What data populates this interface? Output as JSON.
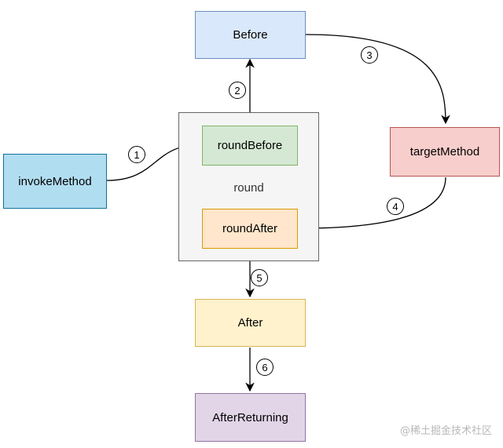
{
  "colors": {
    "before_fill": "#dae8fc",
    "before_stroke": "#6c8ebf",
    "invoke_fill": "#b1ddf0",
    "invoke_stroke": "#10739e",
    "round_before_fill": "#d5e8d4",
    "round_before_stroke": "#82b366",
    "round_after_fill": "#ffe6cc",
    "round_after_stroke": "#d79b00",
    "target_fill": "#f8cecc",
    "target_stroke": "#b85450",
    "after_fill": "#fff2cc",
    "after_stroke": "#d6b656",
    "after_returning_fill": "#e1d5e7",
    "after_returning_stroke": "#9673a6",
    "group_fill": "#f5f5f5",
    "group_stroke": "#666666",
    "edge": "#000000"
  },
  "nodes": {
    "before": "Before",
    "invoke_method": "invokeMethod",
    "round_before": "roundBefore",
    "round_after": "roundAfter",
    "target_method": "targetMethod",
    "after": "After",
    "after_returning": "AfterReturning"
  },
  "group": {
    "label": "round"
  },
  "steps": {
    "s1": "1",
    "s2": "2",
    "s3": "3",
    "s4": "4",
    "s5": "5",
    "s6": "6"
  },
  "watermark": "@稀土掘金技术社区"
}
